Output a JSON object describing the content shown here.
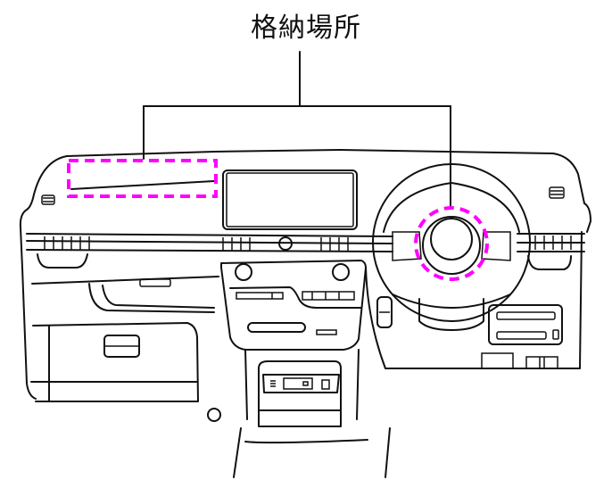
{
  "diagram": {
    "label": "格納場所",
    "subject": "vehicle-dashboard-line-drawing",
    "highlight_color": "#ff00ff",
    "line_color": "#111111",
    "highlighted_locations": [
      {
        "name": "dashboard-top-passenger-side",
        "shape": "dashed-rectangle"
      },
      {
        "name": "steering-wheel-hub",
        "shape": "dashed-circle"
      }
    ]
  }
}
